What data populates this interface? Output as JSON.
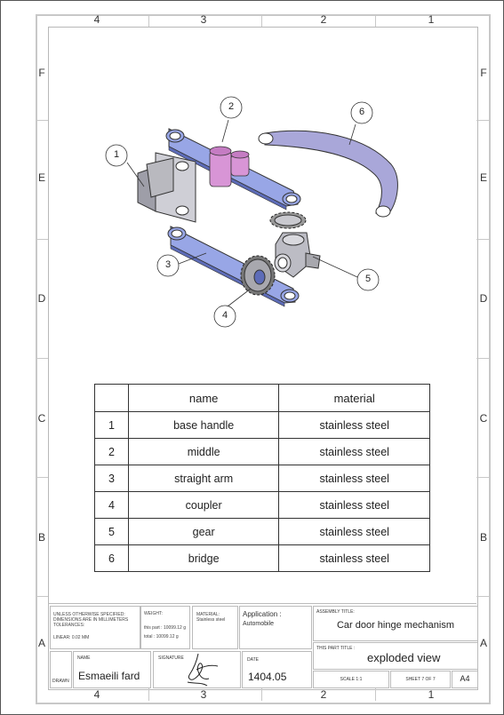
{
  "zones": {
    "columns": [
      "4",
      "3",
      "2",
      "1"
    ],
    "rows": [
      "F",
      "E",
      "D",
      "C",
      "B",
      "A"
    ]
  },
  "callouts": [
    "1",
    "2",
    "3",
    "4",
    "5",
    "6"
  ],
  "bom": {
    "headers": [
      "",
      "name",
      "material"
    ],
    "rows": [
      [
        "1",
        "base handle",
        "stainless steel"
      ],
      [
        "2",
        "middle",
        "stainless steel"
      ],
      [
        "3",
        "straight arm",
        "stainless steel"
      ],
      [
        "4",
        "coupler",
        "stainless steel"
      ],
      [
        "5",
        "gear",
        "stainless steel"
      ],
      [
        "6",
        "bridge",
        "stainless steel"
      ]
    ]
  },
  "title_block": {
    "tolerance_note": [
      "UNLESS OTHERWISE SPECIFIED:",
      "DIMENSIONS ARE IN MILLIMETERS",
      "TOLERANCES:"
    ],
    "linear": "LINEAR: 0.02 MM",
    "weight_label": "WEIGHT:",
    "weight_part": "this part : 10099.12 g",
    "weight_total": "total : 10099.12 g",
    "material_label": "MATERIAL:",
    "material_value": "Stainless steel",
    "application_label": "Application :",
    "application_value": "Automobile",
    "assembly_title_label": "ASSEMBLY TITLE:",
    "assembly_title": "Car door hinge mechanism",
    "part_title_label": "THIS PART TITLE :",
    "part_title": "exploded view",
    "drawn_label": "DRAWN",
    "name_label": "NAME",
    "name_value": "Esmaeili fard",
    "signature_label": "SIGNATURE",
    "date_label": "DATE",
    "date_value": "1404.05",
    "scale": "SCALE 1:1",
    "sheet": "SHEET 7 OF 7",
    "size": "A4"
  },
  "colors": {
    "link_blue": "#98a6e6",
    "link_dark": "#5d6cb8",
    "pink": "#d895d6",
    "grey_part": "#b9b9bf",
    "bridge": "#a9a7d9"
  }
}
